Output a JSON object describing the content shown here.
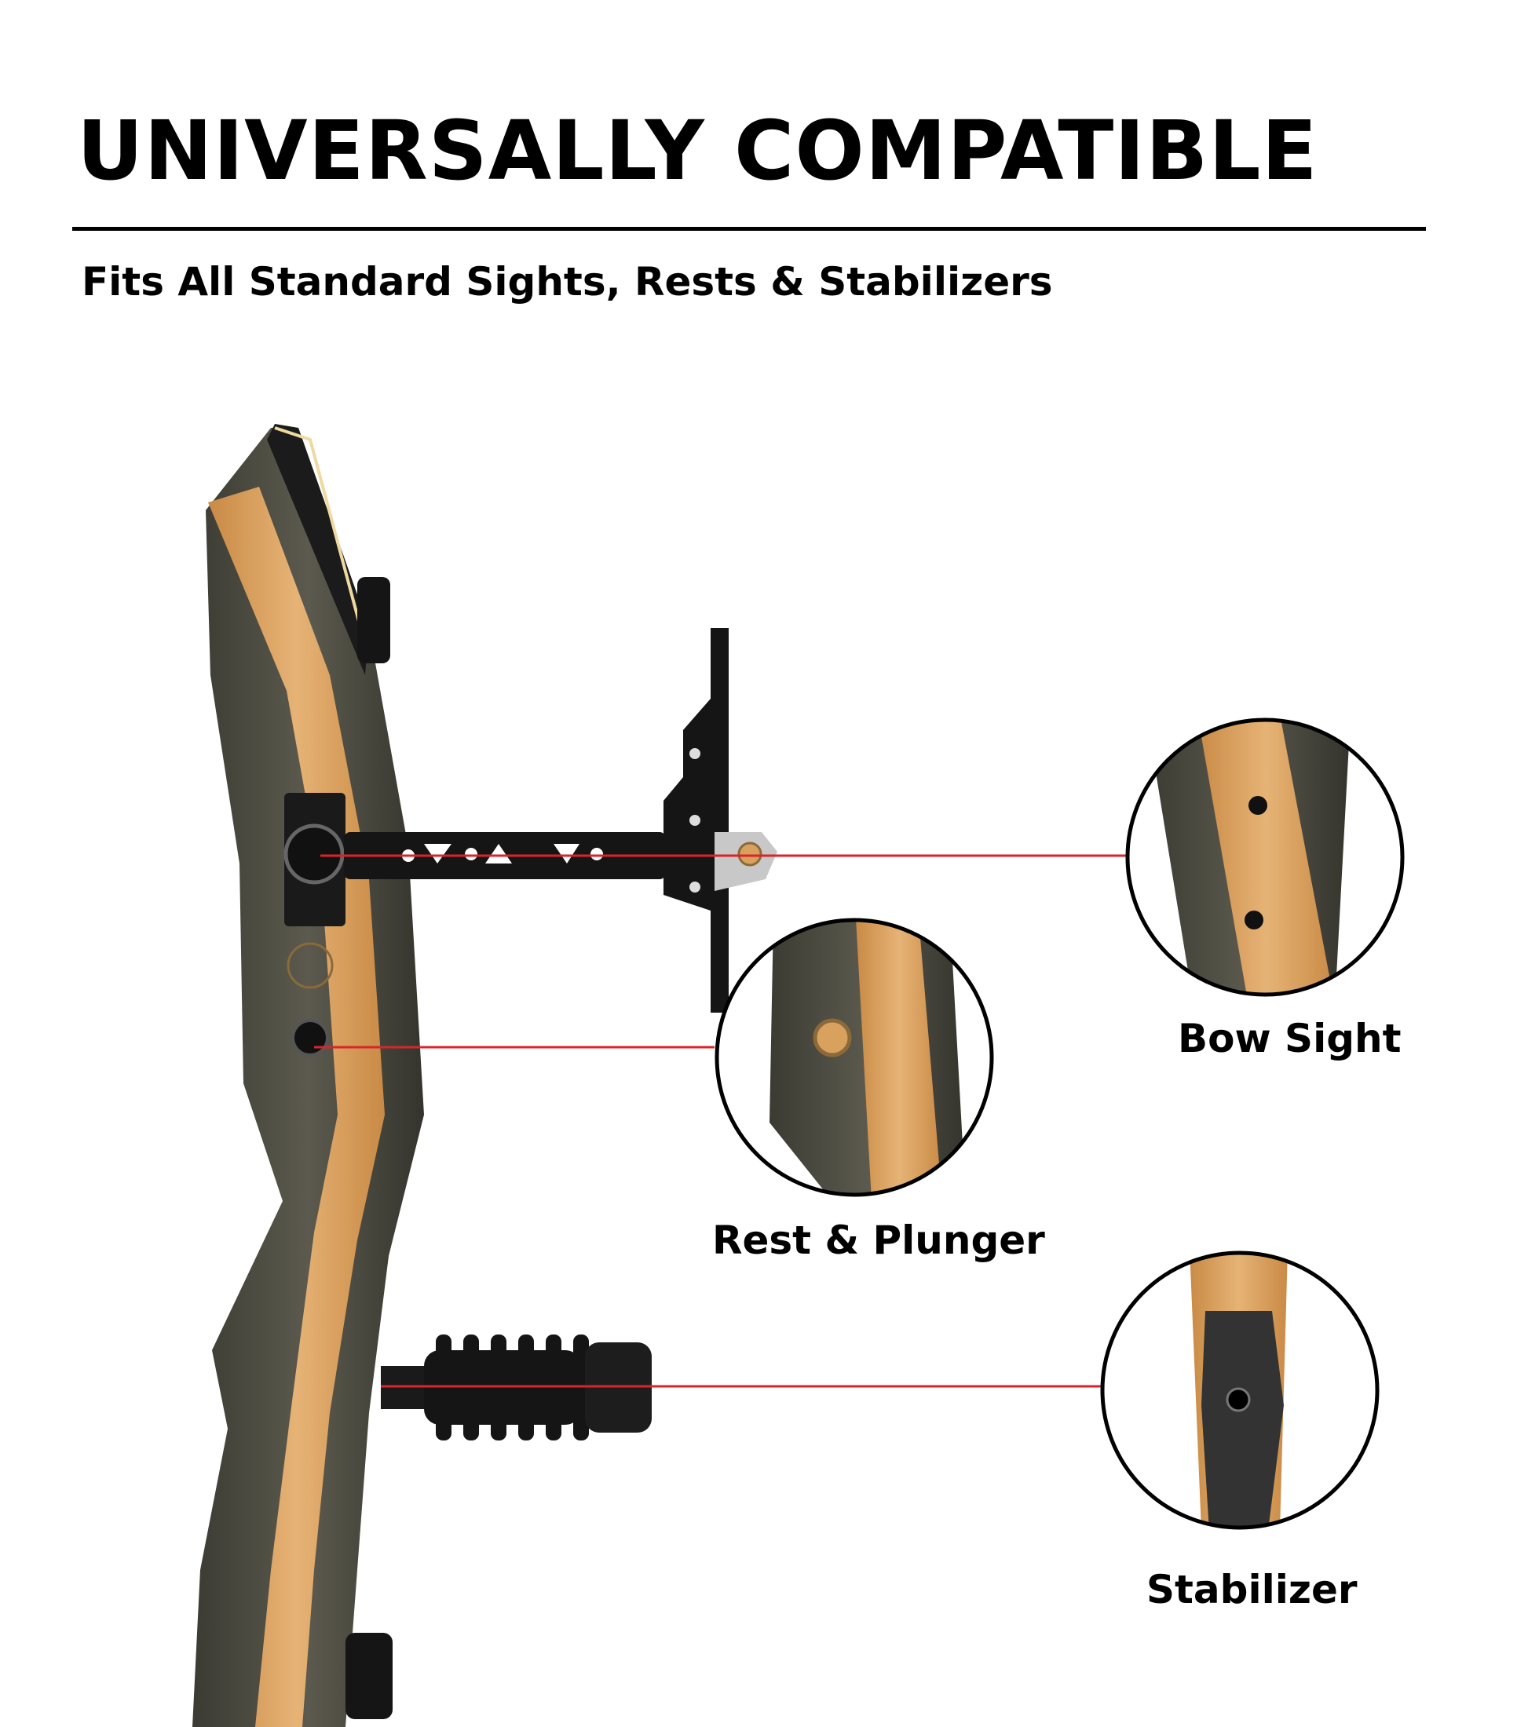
{
  "header": {
    "title": "UNIVERSALLY COMPATIBLE",
    "subtitle": "Fits All Standard Sights, Rests & Stabilizers"
  },
  "callouts": [
    {
      "label": "Bow Sight"
    },
    {
      "label": "Rest & Plunger"
    },
    {
      "label": "Stabilizer"
    }
  ],
  "colors": {
    "pointer_line": "#d9252a",
    "wood": "#d9a15e",
    "laminate": "#4a4a40"
  }
}
